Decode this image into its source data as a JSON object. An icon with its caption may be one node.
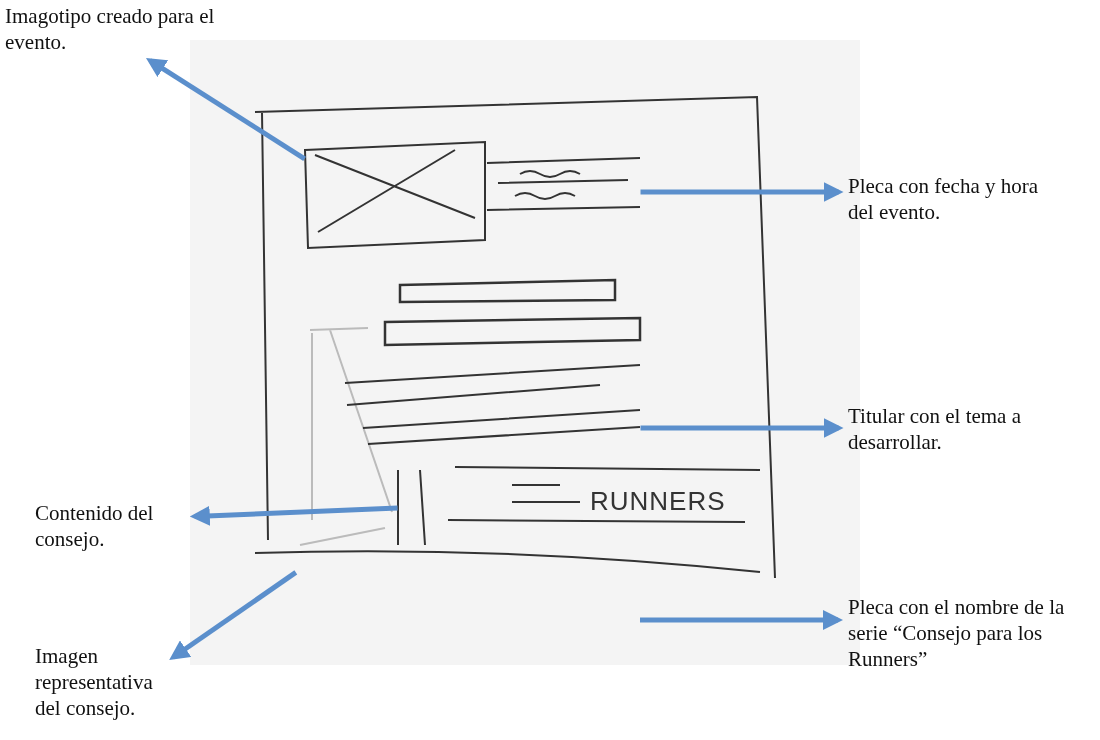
{
  "diagram": {
    "nodes": [
      {
        "text": [
          "Imagotipo creado para el evento."
        ]
      },
      {
        "text": [],
        "shape": "box"
      },
      {
        "text": [
          "Pleca con fecha y hora del evento."
        ]
      },
      {
        "text": [],
        "shape": "lines"
      },
      {
        "text": [
          "Titular con el tema a desarrollar."
        ]
      },
      {
        "text": [],
        "shape": "lines"
      },
      {
        "text": [
          "Contenido del consejo."
        ]
      },
      {
        "text": [],
        "shape": "lines"
      },
      {
        "text": [
          "Imagen representativa del consejo."
        ]
      },
      {
        "text": [],
        "shape": "lines"
      },
      {
        "text": [
          "Pleca con el nombre de la serie “Consejo para los Runners”"
        ]
      }
    ],
    "edges": [
      {
        "from": 1,
        "to": 0,
        "arrow": "to"
      },
      {
        "from": 3,
        "to": 2,
        "arrow": "to"
      },
      {
        "from": 5,
        "to": 4,
        "arrow": "to"
      },
      {
        "from": 7,
        "to": 6,
        "arrow": "to"
      },
      {
        "from": 9,
        "to": 8,
        "arrow": "to"
      },
      {
        "from": null,
        "to": 10,
        "arrow": "to"
      }
    ],
    "labels": [
      "RUNNERS"
    ]
  }
}
